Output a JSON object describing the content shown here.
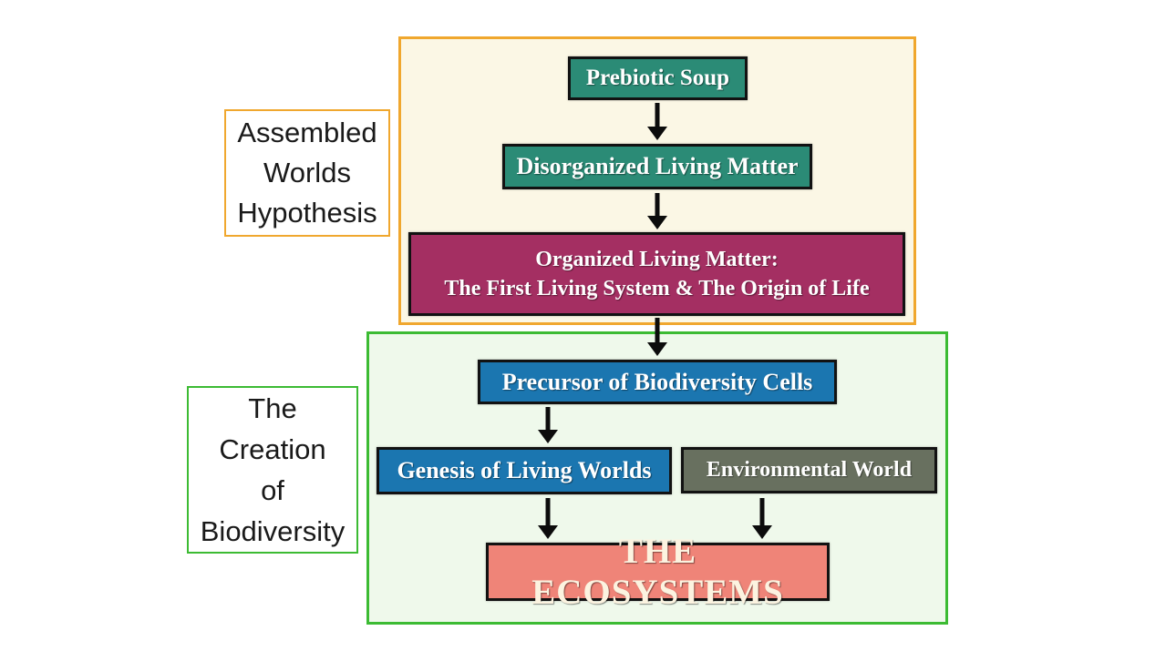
{
  "page": {
    "background_color": "#FFFFFF",
    "title": "Assembled Worlds Hypothesis and The Creation of Biodiversity flowchart"
  },
  "diagram": {
    "groups": [
      {
        "id": "assembled-worlds",
        "label": "Assembled Worlds Hypothesis",
        "label_lines": [
          "Assembled",
          "Worlds",
          "Hypothesis"
        ],
        "border_color": "#F0A72E",
        "background_color": "#FBF7E5"
      },
      {
        "id": "creation-of-biodiversity",
        "label": "The Creation of Biodiversity",
        "label_lines": [
          "The",
          "Creation",
          "of",
          "Biodiversity"
        ],
        "border_color": "#3CBB33",
        "background_color": "#EFF9EB"
      }
    ],
    "nodes": [
      {
        "id": "prebiotic-soup",
        "label": "Prebiotic Soup",
        "fill_color": "#2B8B76",
        "text_color": "#FFFFFF",
        "group": "assembled-worlds"
      },
      {
        "id": "disorganized-living-matter",
        "label": "Disorganized Living Matter",
        "fill_color": "#2B8B76",
        "text_color": "#FFFFFF",
        "group": "assembled-worlds"
      },
      {
        "id": "organized-living-matter",
        "label": "Organized Living Matter: The First Living System & The Origin of Life",
        "label_lines": [
          "Organized Living Matter:",
          "The First Living System & The Origin of Life"
        ],
        "fill_color": "#A42F62",
        "text_color": "#FFFFFF",
        "group": "assembled-worlds"
      },
      {
        "id": "precursor-of-biodiversity-cells",
        "label": "Precursor of Biodiversity Cells",
        "fill_color": "#1B76B0",
        "text_color": "#FFFFFF",
        "group": "creation-of-biodiversity"
      },
      {
        "id": "genesis-of-living-worlds",
        "label": "Genesis of Living Worlds",
        "fill_color": "#1B76B0",
        "text_color": "#FFFFFF",
        "group": "creation-of-biodiversity"
      },
      {
        "id": "environmental-world",
        "label": "Environmental World",
        "fill_color": "#68705F",
        "text_color": "#FFFFFF",
        "group": "creation-of-biodiversity"
      },
      {
        "id": "the-ecosystems",
        "label": "THE ECOSYSTEMS",
        "fill_color": "#EF8478",
        "text_color": "#FCF3E0",
        "group": "creation-of-biodiversity"
      }
    ],
    "connections": [
      {
        "from": "prebiotic-soup",
        "to": "disorganized-living-matter"
      },
      {
        "from": "disorganized-living-matter",
        "to": "organized-living-matter"
      },
      {
        "from": "organized-living-matter",
        "to": "precursor-of-biodiversity-cells"
      },
      {
        "from": "precursor-of-biodiversity-cells",
        "to": "genesis-of-living-worlds"
      },
      {
        "from": "genesis-of-living-worlds",
        "to": "the-ecosystems"
      },
      {
        "from": "environmental-world",
        "to": "the-ecosystems"
      }
    ],
    "arrow_color": "#0C0C0C"
  }
}
